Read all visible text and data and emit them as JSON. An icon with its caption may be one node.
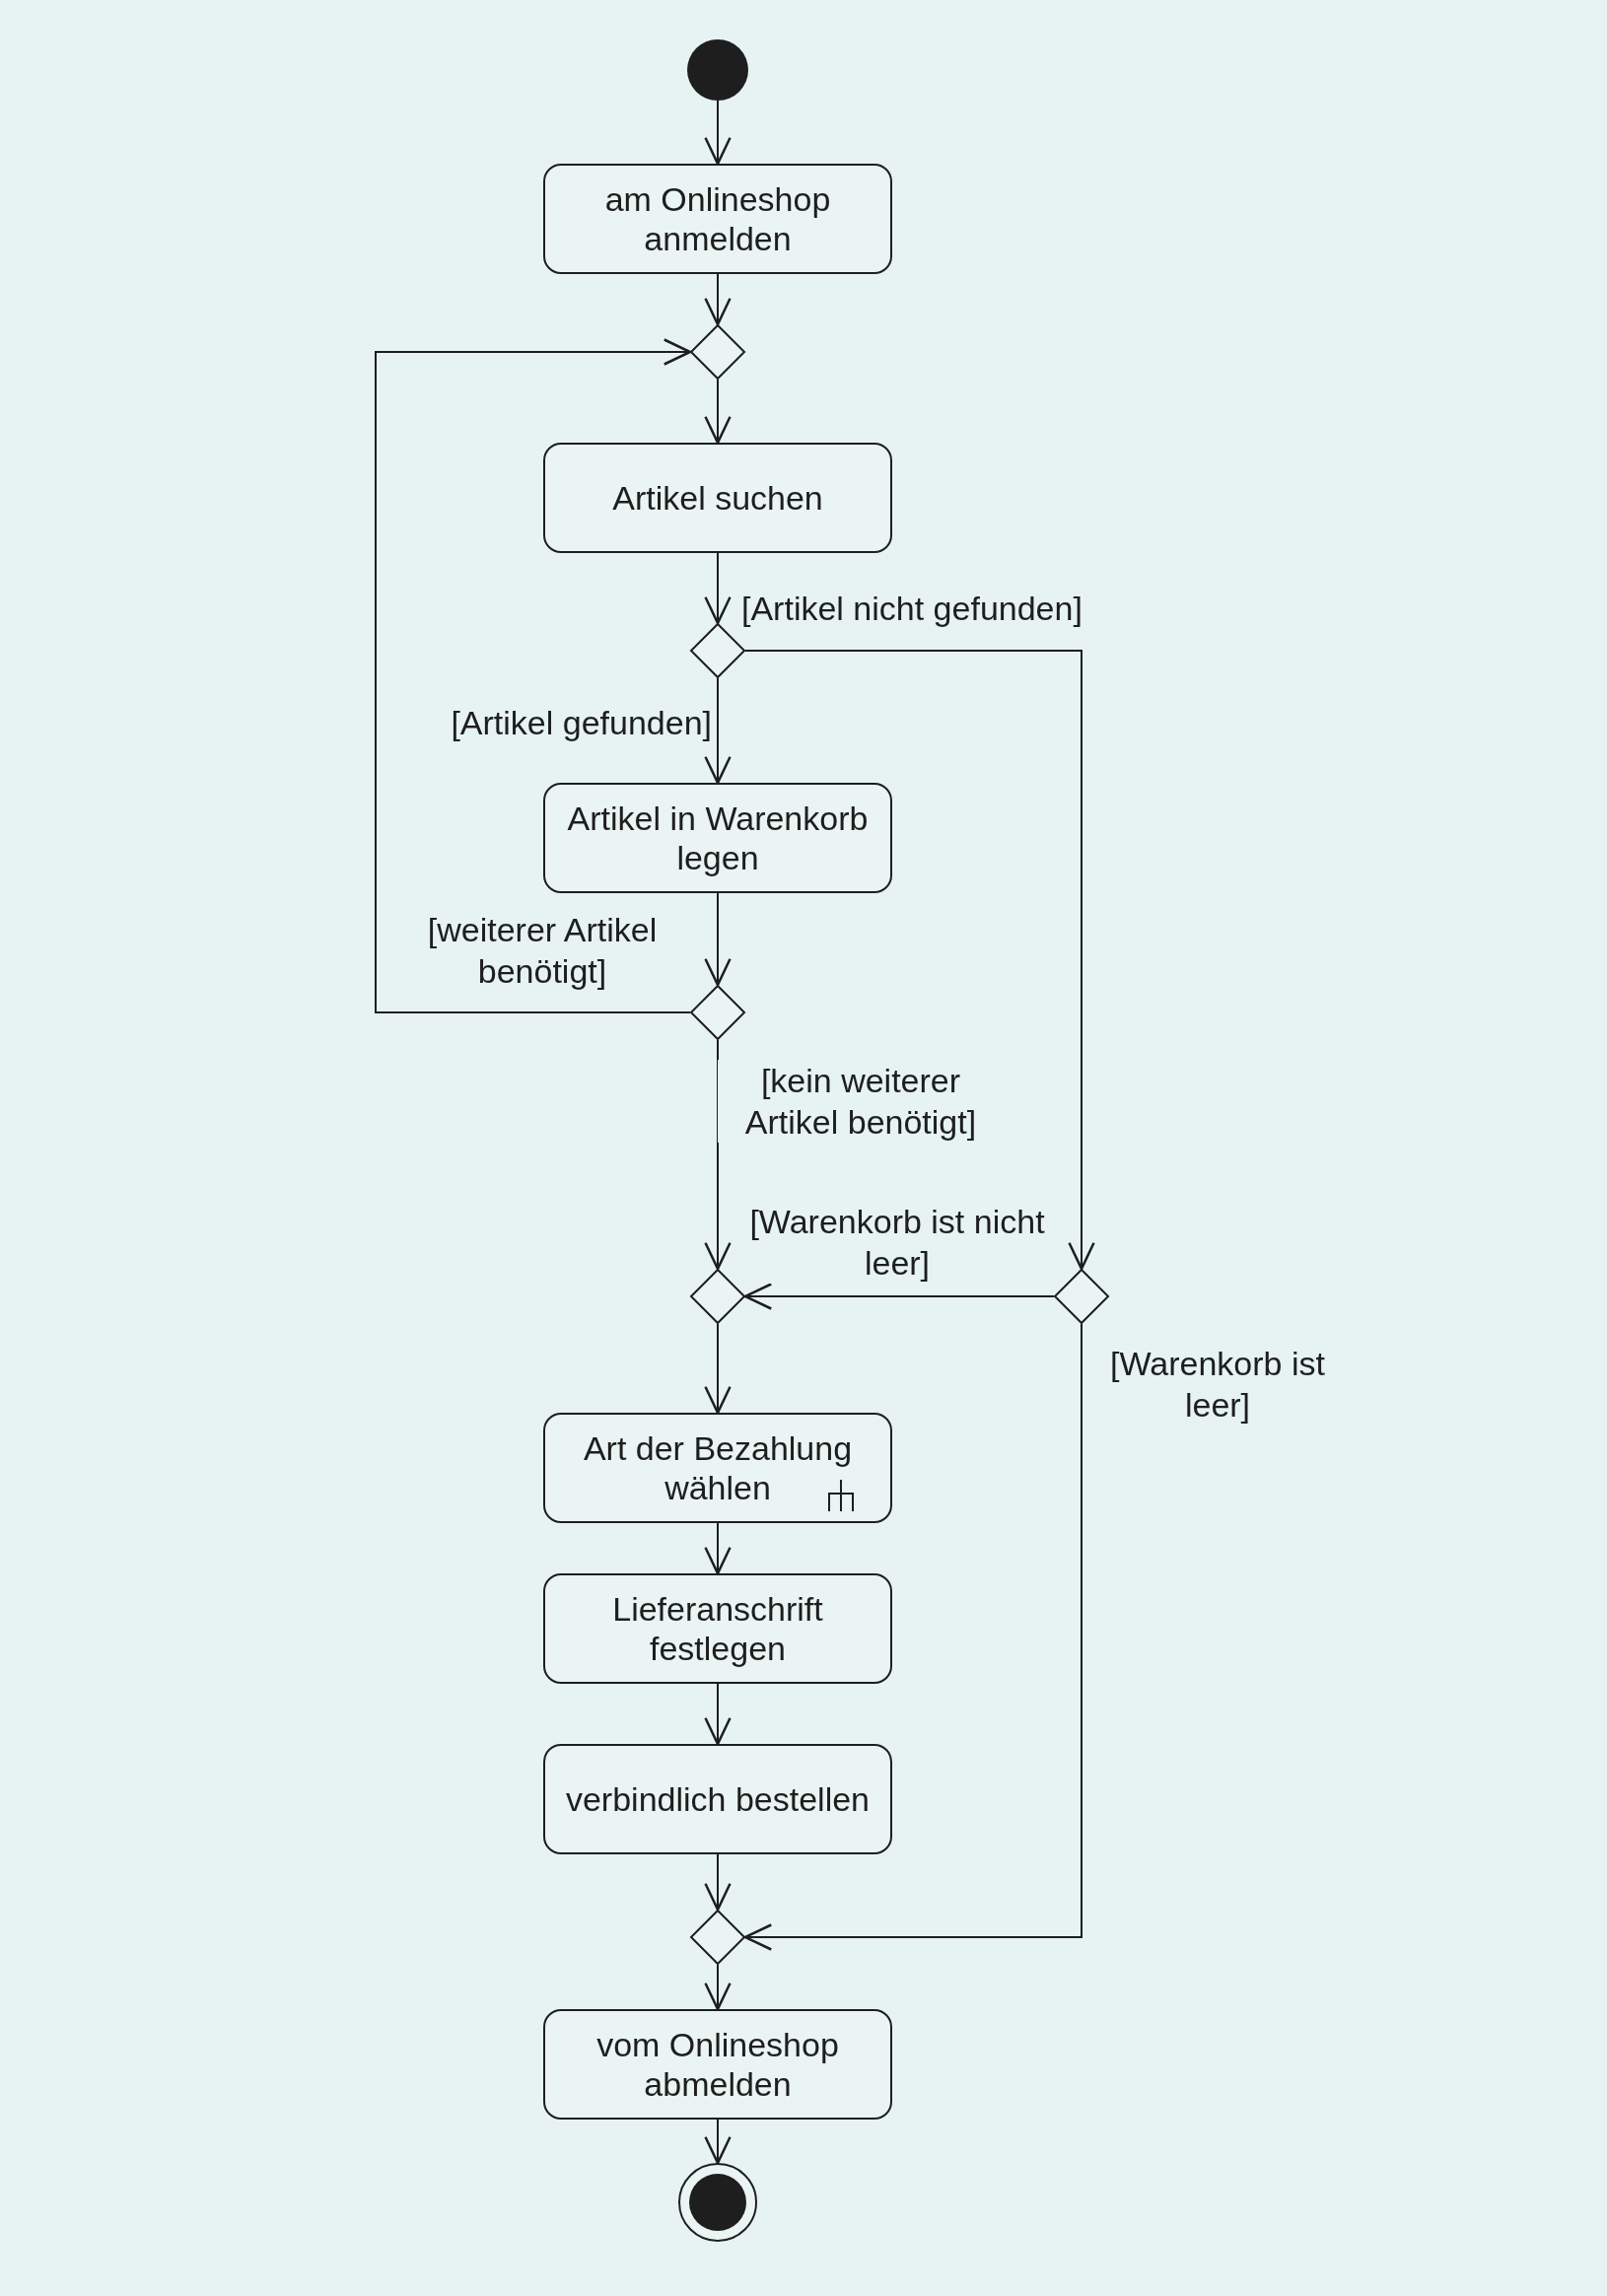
{
  "diagram": {
    "nodes": [
      {
        "text": [],
        "shape": "circle"
      },
      {
        "text": [
          "am Onlineshop anmelden"
        ]
      },
      {
        "text": [],
        "shape": "diamond"
      },
      {
        "text": [
          "Artikel suchen"
        ]
      },
      {
        "text": [],
        "shape": "diamond"
      },
      {
        "text": [
          "Artikel in Warenkorb legen"
        ]
      },
      {
        "text": [],
        "shape": "diamond"
      },
      {
        "text": [],
        "shape": "diamond"
      },
      {
        "text": [],
        "shape": "diamond"
      },
      {
        "text": [
          "Art der Bezahlung wählen"
        ]
      },
      {
        "text": [
          "Lieferanschrift festlegen"
        ]
      },
      {
        "text": [
          "verbindlich bestellen"
        ]
      },
      {
        "text": [],
        "shape": "diamond"
      },
      {
        "text": [
          "vom Onlineshop abmelden"
        ]
      },
      {
        "text": [],
        "shape": "circle"
      }
    ],
    "edges": [
      {
        "from": 0,
        "to": 1,
        "arrow": "to"
      },
      {
        "from": 1,
        "to": 2,
        "arrow": "to"
      },
      {
        "from": 2,
        "to": 3,
        "arrow": "to"
      },
      {
        "from": 3,
        "to": 4,
        "arrow": "to"
      },
      {
        "from": 4,
        "to": 5,
        "arrow": "to",
        "label": "[Artikel gefunden]"
      },
      {
        "from": 4,
        "to": 8,
        "arrow": "to",
        "label": "[Artikel nicht gefunden]"
      },
      {
        "from": 5,
        "to": 6,
        "arrow": "to"
      },
      {
        "from": 6,
        "to": 2,
        "arrow": "to",
        "label": "[weiterer Artikel benötigt]"
      },
      {
        "from": 6,
        "to": 7,
        "arrow": "to",
        "label": "[kein weiterer Artikel benötigt]"
      },
      {
        "from": 8,
        "to": 7,
        "arrow": "to",
        "label": "[Warenkorb ist nicht leer]"
      },
      {
        "from": 7,
        "to": 9,
        "arrow": "to"
      },
      {
        "from": 9,
        "to": 10,
        "arrow": "to"
      },
      {
        "from": 10,
        "to": 11,
        "arrow": "to"
      },
      {
        "from": 11,
        "to": 12,
        "arrow": "to"
      },
      {
        "from": 8,
        "to": 12,
        "arrow": "to",
        "label": "[Warenkorb ist leer]"
      },
      {
        "from": 12,
        "to": 13,
        "arrow": "to"
      },
      {
        "from": 13,
        "to": 14,
        "arrow": "to"
      }
    ]
  }
}
